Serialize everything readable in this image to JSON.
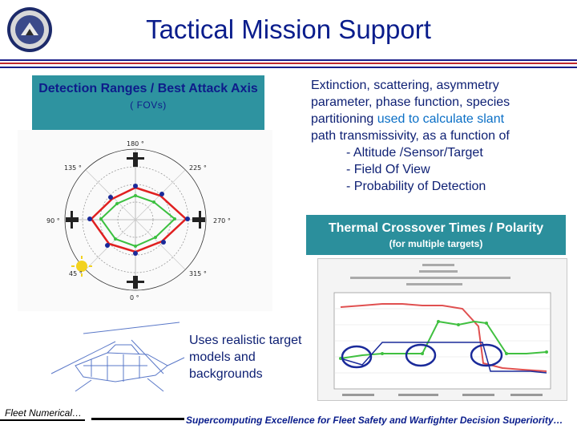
{
  "header": {
    "title": "Tactical Mission Support"
  },
  "detection_panel": {
    "title": "Detection Ranges / Best Attack Axis",
    "subtitle": "( FOVs)",
    "polar_labels": [
      "180 °",
      "135 °",
      "225 °",
      "90 °",
      "270 °",
      "45 °",
      "315 °",
      "0 °"
    ]
  },
  "extinction": {
    "line1": "Extinction, scattering, asymmetry",
    "line2": "parameter, phase function, species",
    "line3a": "partitioning ",
    "line3b": "used to calculate slant",
    "line4": "path transmissivity, as a function of",
    "items": [
      "- Altitude /Sensor/Target",
      "- Field Of View",
      "- Probability of Detection"
    ]
  },
  "thermal_panel": {
    "title": "Thermal Crossover Times / Polarity",
    "subtitle": "(for multiple targets)"
  },
  "uses": {
    "text": "Uses realistic target models and backgrounds"
  },
  "footer": {
    "left": "Fleet Numerical…",
    "right": "Supercomputing Excellence for Fleet Safety and Warfighter Decision Superiority…"
  },
  "colors": {
    "title_blue": "#0a1d8c",
    "teal": "#2e93a0",
    "red_rule": "#c0282c",
    "series_red": "#e02020",
    "series_green": "#3cc040",
    "series_blue": "#1a2a9a"
  }
}
